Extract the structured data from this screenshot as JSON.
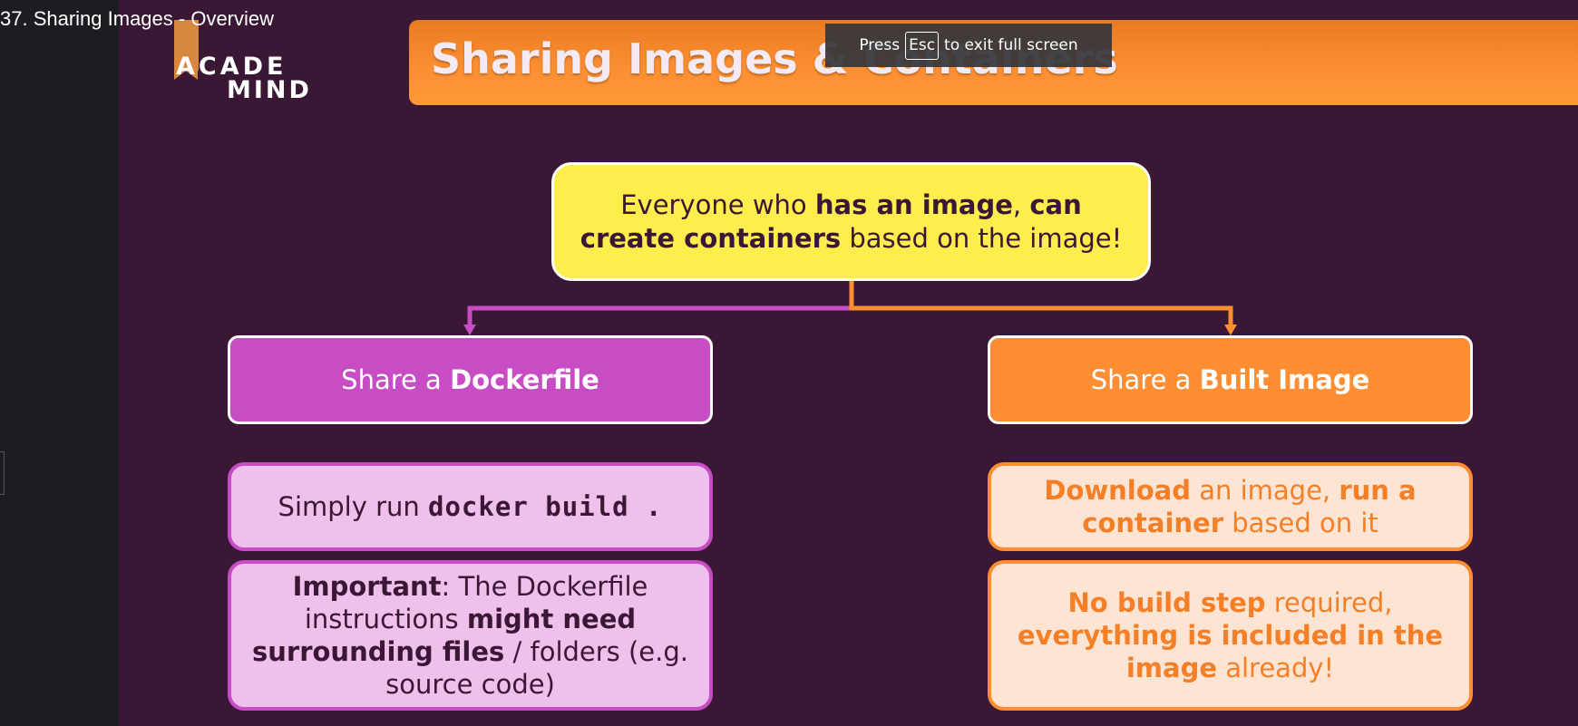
{
  "window": {
    "title": "37. Sharing Images - Overview"
  },
  "fullscreen_notice": {
    "before": "Press",
    "key": "Esc",
    "after": "to exit full screen"
  },
  "logo": {
    "line1": "ACADE",
    "line2": "MIND"
  },
  "slide": {
    "title": "Sharing Images & Containers",
    "top_box": {
      "t1": "Everyone who ",
      "b1": "has an image",
      "t2": ", ",
      "b2": "can create containers",
      "t3": " based on the image!"
    },
    "left_heading": {
      "prefix": "Share a ",
      "bold": "Dockerfile"
    },
    "right_heading": {
      "prefix": "Share a ",
      "bold": "Built Image"
    },
    "left_note1": {
      "text": "Simply run ",
      "code": "docker build ."
    },
    "left_note2": {
      "b1": "Important",
      "t1": ": The Dockerfile instructions ",
      "b2": "might need surrounding files",
      "t2": " / folders (e.g. source code)"
    },
    "right_note1": {
      "b1": "Download",
      "t1": " an image, ",
      "b2": "run a container",
      "t2": " based on it"
    },
    "right_note2": {
      "b1": "No build step",
      "t1": " required, ",
      "b2": "everything is included in the image",
      "t2": " already!"
    }
  },
  "colors": {
    "slide_bg": "#3a1835",
    "accent_orange": "#ff8d32",
    "accent_purple": "#c84dc4",
    "highlight_yellow": "#ffed4d"
  }
}
